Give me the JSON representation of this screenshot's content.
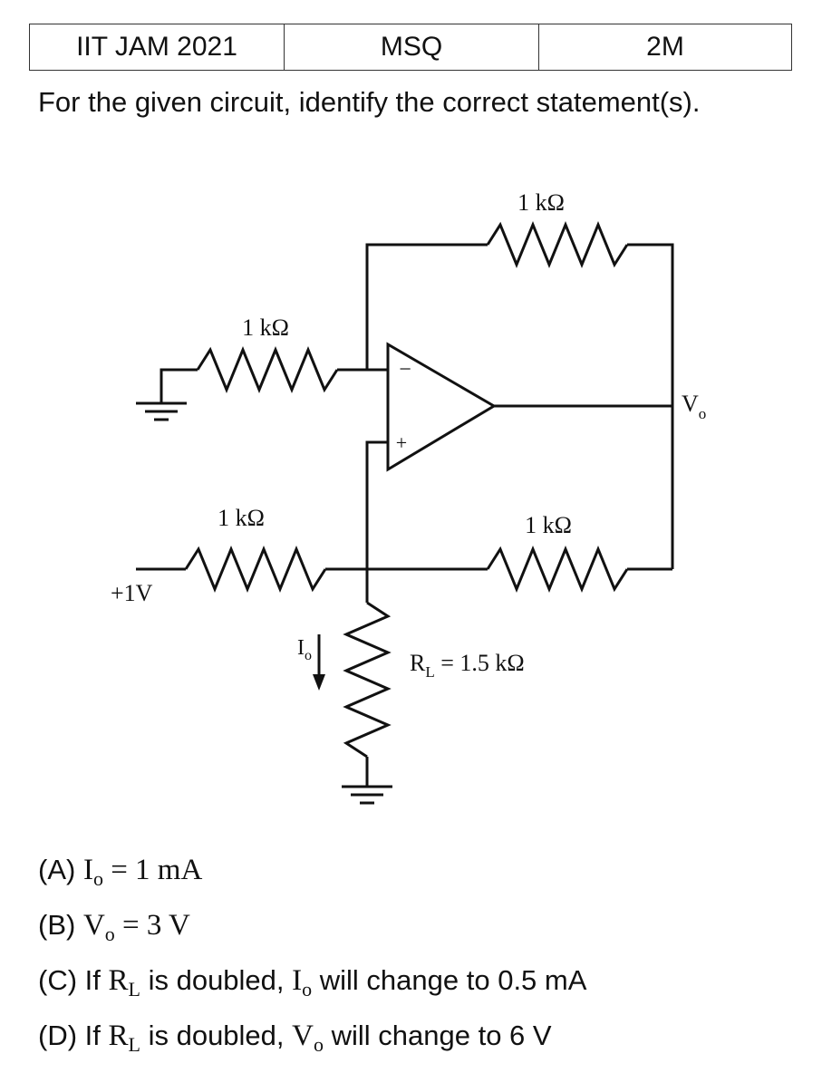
{
  "header": {
    "exam": "IIT JAM 2021",
    "type": "MSQ",
    "marks": "2M"
  },
  "question": "For the given circuit, identify the correct statement(s).",
  "circuit": {
    "r_feedback": "1 kΩ",
    "r_inverting": "1 kΩ",
    "r_input": "1 kΩ",
    "r_positive_feedback": "1 kΩ",
    "load_label": "R",
    "load_sub": "L",
    "load_value": " = 1.5 kΩ",
    "source": "+1V",
    "vo_label": "V",
    "vo_sub": "o",
    "io_label": "I",
    "io_sub": "o",
    "minus": "−",
    "plus": "+"
  },
  "options": {
    "a": {
      "prefix": "(A) ",
      "var": "I",
      "sub": "o",
      "expr": " = 1 mA"
    },
    "b": {
      "prefix": "(B) ",
      "var": "V",
      "sub": "o",
      "expr": " = 3 V"
    },
    "c": {
      "prefix": "(C) If ",
      "var1": "R",
      "sub1": "L",
      "mid": " is doubled, ",
      "var2": "I",
      "sub2": "o",
      "end": " will change to 0.5 mA"
    },
    "d": {
      "prefix": "(D) If ",
      "var1": "R",
      "sub1": "L",
      "mid": " is doubled, ",
      "var2": "V",
      "sub2": "o",
      "end": " will change to 6 V"
    }
  }
}
